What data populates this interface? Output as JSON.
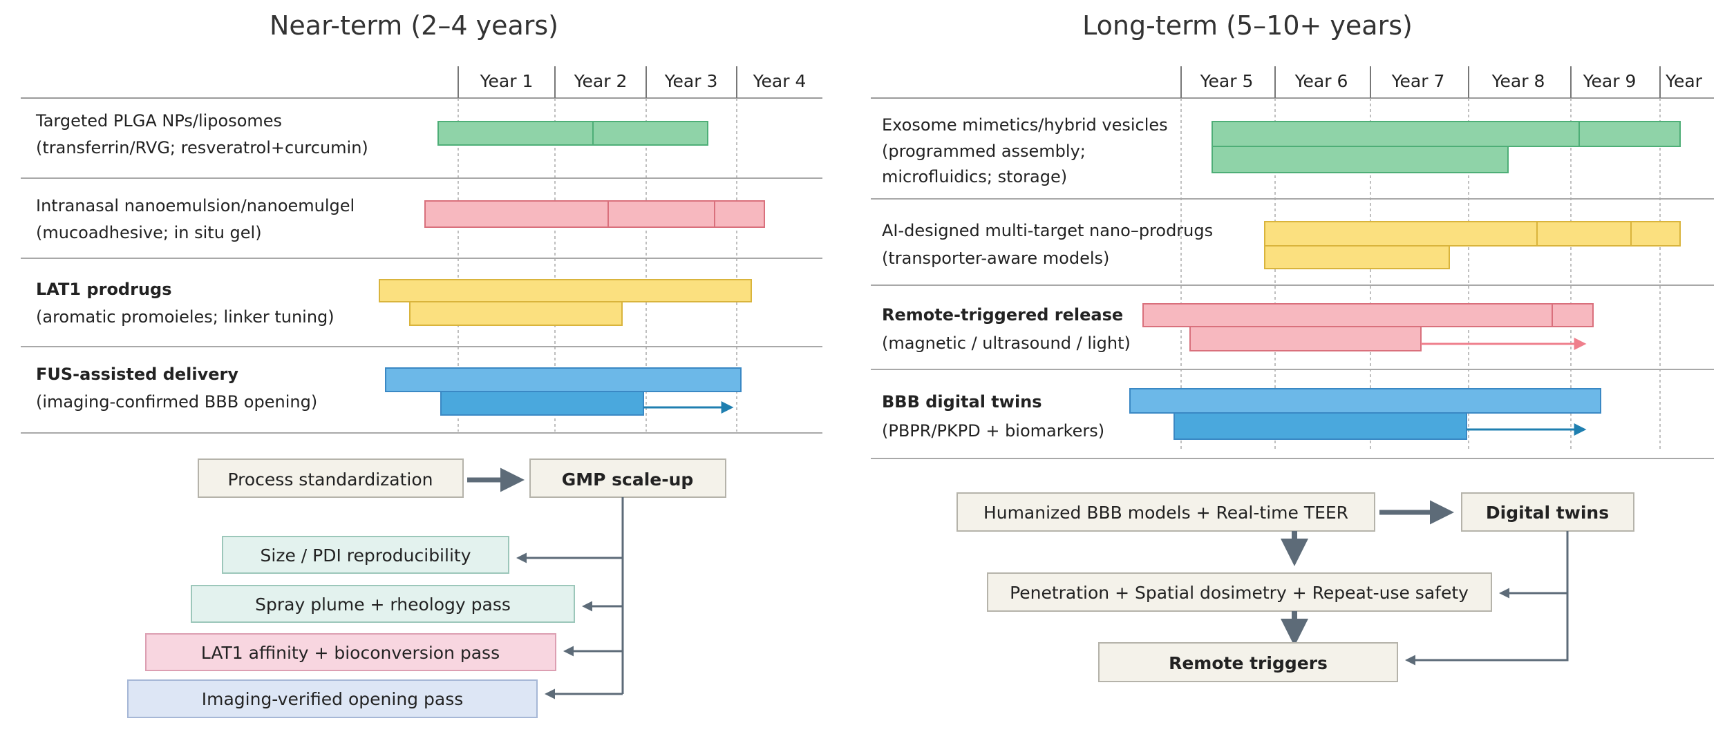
{
  "near": {
    "title": "Near-term (2–4 years)",
    "years": [
      "Year 1",
      "Year 2",
      "Year 3",
      "Year 4"
    ],
    "rows": [
      {
        "line1": "Targeted PLGA NPs/liposomes",
        "line2": "(transferrin/RVG; resveratrol+curcumin)"
      },
      {
        "line1": "Intranasal nanoemulsion/nanoemulgel",
        "line2": "(mucoadhesive; in situ gel)"
      },
      {
        "line1": "LAT1 prodrugs",
        "line2": "(aromatic promoieles; linker tuning)"
      },
      {
        "line1": "FUS-assisted delivery",
        "line2": "(imaging-confirmed BBB opening)"
      }
    ],
    "flow": {
      "process": "Process standardization",
      "gmp": "GMP scale-up",
      "checks": [
        "Size / PDI reproducibility",
        "Spray plume + rheology pass",
        "LAT1 affinity + bioconversion pass",
        "Imaging-verified opening pass"
      ]
    }
  },
  "long": {
    "title": "Long-term (5–10+ years)",
    "years": [
      "Year 5",
      "Year 6",
      "Year 7",
      "Year 8",
      "Year 9",
      "Year"
    ],
    "rows": [
      {
        "line1": "Exosome mimetics/hybrid vesicles",
        "line2": "(programmed assembly;",
        "line3": "microfluidics; storage)"
      },
      {
        "line1": "AI-designed multi-target nano–prodrugs",
        "line2": "(transporter-aware models)"
      },
      {
        "line1": "Remote-triggered release",
        "line2": "(magnetic / ultrasound / light)"
      },
      {
        "line1": "BBB digital twins",
        "line2": "(PBPR/PKPD + biomarkers)"
      }
    ],
    "flow": {
      "models": "Humanized BBB models  +  Real-time TEER",
      "twins": "Digital twins",
      "penetration": "Penetration + Spatial dosimetry + Repeat-use safety",
      "triggers": "Remote triggers"
    }
  },
  "colors": {
    "green": "#8fd3a8",
    "green_edge": "#4eae77",
    "pink": "#f7b8bf",
    "pink_edge": "#d9707c",
    "yellow": "#fbe07f",
    "yellow_edge": "#d9b43c",
    "blue": "#6cb8e8",
    "blue_edge": "#3a88c4",
    "blue_dark": "#4aa8dd",
    "arrow_teal": "#1f7fb0",
    "arrow_pink": "#ef7f8c",
    "gray_arrow": "#5d6b78",
    "box_cream": "#f4f2ea",
    "box_mint": "#e3f2ee",
    "box_pink": "#f8d6e0",
    "box_blue": "#dde6f5"
  }
}
